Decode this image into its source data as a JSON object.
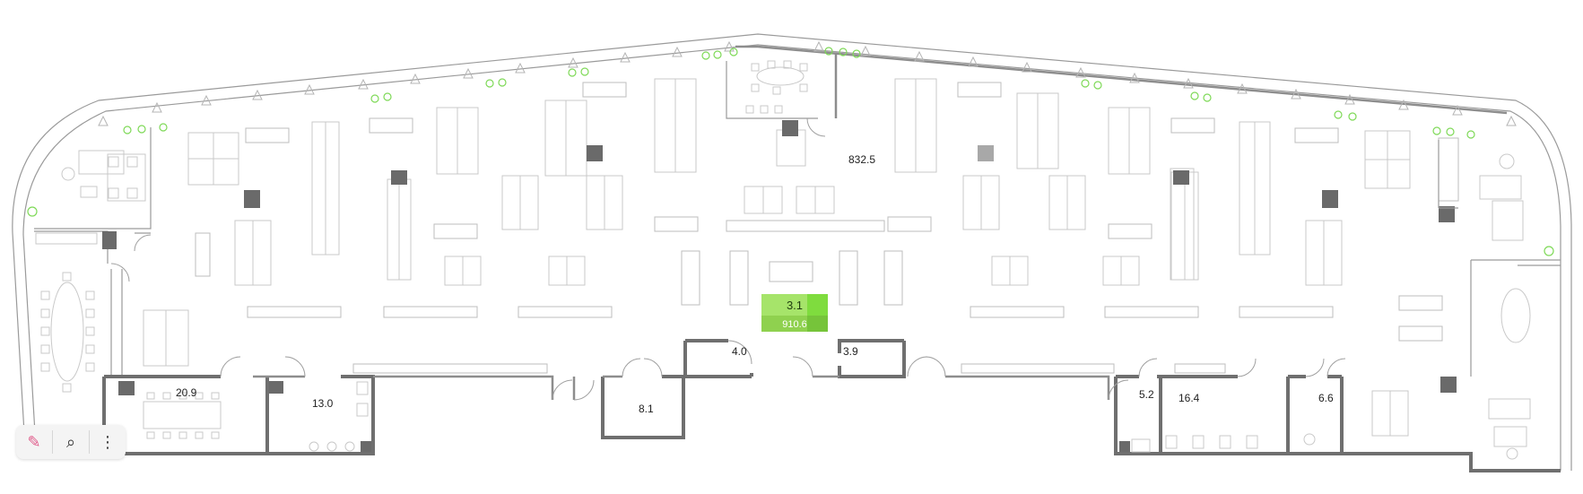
{
  "plan": {
    "rooms": [
      {
        "id": "open-space",
        "area": "832.5"
      },
      {
        "id": "meeting-room-left",
        "area": "20.9"
      },
      {
        "id": "restroom-left",
        "area": "13.0"
      },
      {
        "id": "storage-center",
        "area": "8.1"
      },
      {
        "id": "room-4",
        "area": "4.0"
      },
      {
        "id": "room-3-9",
        "area": "3.9"
      },
      {
        "id": "closet-5-2",
        "area": "5.2"
      },
      {
        "id": "restroom-right",
        "area": "16.4"
      },
      {
        "id": "restroom-6-6",
        "area": "6.6"
      }
    ],
    "selected_badge": {
      "top": "3.1",
      "bottom": "910.6",
      "color_top": "#a6e46a",
      "color_bottom": "#8fd14f"
    },
    "accent_plant_color": "#7ed957",
    "wall_color": "#6f6f6f"
  },
  "toolbar": {
    "buttons": [
      {
        "icon": "pen-icon",
        "glyph": "✎"
      },
      {
        "icon": "search-icon",
        "glyph": "⌕"
      },
      {
        "icon": "more-vertical-icon",
        "glyph": "⋮"
      }
    ]
  }
}
